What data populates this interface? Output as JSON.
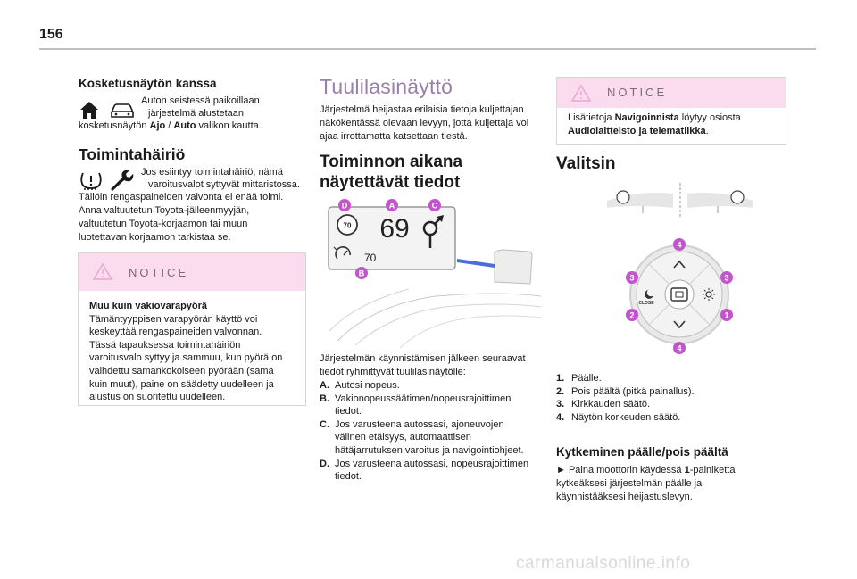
{
  "page_number": "156",
  "left": {
    "touchscreen_heading": "Kosketusnäytön kanssa",
    "touchscreen_line1": "Auton seistessä paikoillaan",
    "touchscreen_line2": "järjestelmä alustetaan",
    "touchscreen_line3_pre": "kosketusnäytön ",
    "touchscreen_ajo": "Ajo",
    "touchscreen_sep": " / ",
    "touchscreen_auto": "Auto",
    "touchscreen_line3_post": " valikon kautta.",
    "malfunction_heading": "Toimintahäiriö",
    "malfunction_line1": "Jos esiintyy toimintahäiriö, nämä",
    "malfunction_line2": "varoitusvalot syttyvät mittaristossa.",
    "malfunction_line3": "Tällöin rengaspaineiden valvonta ei enää toimi.",
    "malfunction_line4": "Anna valtuutetun Toyota-jälleenmyyjän,",
    "malfunction_line5": "valtuutetun Toyota-korjaamon tai muun",
    "malfunction_line6": "luotettavan korjaamon tarkistaa se.",
    "notice_title": "NOTICE",
    "notice_heading": "Muu kuin vakiovarapyörä",
    "notice_lines": [
      "Tämäntyyppisen varapyörän käyttö voi",
      "keskeyttää rengaspaineiden valvonnan.",
      "Tässä tapauksessa toimintahäiriön",
      "varoitusvalo syttyy ja sammuu, kun pyörä on",
      "vaihdettu samankokoiseen pyörään (sama",
      "kuin muut), paine on säädetty uudelleen ja",
      "alustus on suoritettu uudelleen."
    ]
  },
  "middle": {
    "title": "Tuulilasinäyttö",
    "intro_lines": [
      "Järjestelmä heijastaa erilaisia tietoja kuljettajan",
      "näkökentässä olevaan levyyn, jotta kuljettaja voi",
      "ajaa irrottamatta katsettaan tiestä."
    ],
    "subheading_line1": "Toiminnon aikana",
    "subheading_line2": "näytettävät tiedot",
    "hud": {
      "speed_limit": "70",
      "speed": "69",
      "cruise_value": "70",
      "label_a": "A",
      "label_b": "B",
      "label_c": "C",
      "label_d": "D"
    },
    "after_lines": [
      "Järjestelmän käynnistämisen jälkeen seuraavat",
      "tiedot ryhmittyvät tuulilasinäytölle:"
    ],
    "items": [
      {
        "key": "A.",
        "lines": [
          "Autosi nopeus."
        ]
      },
      {
        "key": "B.",
        "lines": [
          "Vakionopeussäätimen/nopeusrajoittimen",
          "tiedot."
        ]
      },
      {
        "key": "C.",
        "lines": [
          "Jos varusteena autossasi, ajoneuvojen",
          "välinen etäisyys, automaattisen",
          "hätäjarrutuksen varoitus ja navigointiohjeet."
        ]
      },
      {
        "key": "D.",
        "lines": [
          "Jos varusteena autossasi, nopeusrajoittimen",
          "tiedot."
        ]
      }
    ]
  },
  "right": {
    "notice_title": "NOTICE",
    "notice_line1": "Lisätietoja ",
    "notice_nav": "Navigoinnista",
    "notice_line1_post": " löytyy osiosta",
    "notice_audio": "Audiolaitteisto ja telematiikka",
    "notice_line2_post": ".",
    "selector_heading": "Valitsin",
    "control": {
      "label_1": "1",
      "label_2": "2",
      "label_3a": "3",
      "label_3b": "3",
      "label_4a": "4",
      "label_4b": "4",
      "close_label": "CLOSE"
    },
    "list": [
      {
        "key": "1.",
        "text": "Päälle."
      },
      {
        "key": "2.",
        "text": "Pois päältä (pitkä painallus)."
      },
      {
        "key": "3.",
        "text": "Kirkkauden säätö."
      },
      {
        "key": "4.",
        "text": "Näytön korkeuden säätö."
      }
    ],
    "switch_heading": "Kytkeminen päälle/pois päältä",
    "switch_arrow": "►",
    "switch_line1_pre": " Paina moottorin käydessä ",
    "switch_one": "1",
    "switch_line1_post": "-painiketta",
    "switch_line2": "kytkeäksesi järjestelmän päälle ja",
    "switch_line3": "käynnistääksesi heijastuslevyn."
  },
  "footer_watermark": "carmanualsonline.info"
}
